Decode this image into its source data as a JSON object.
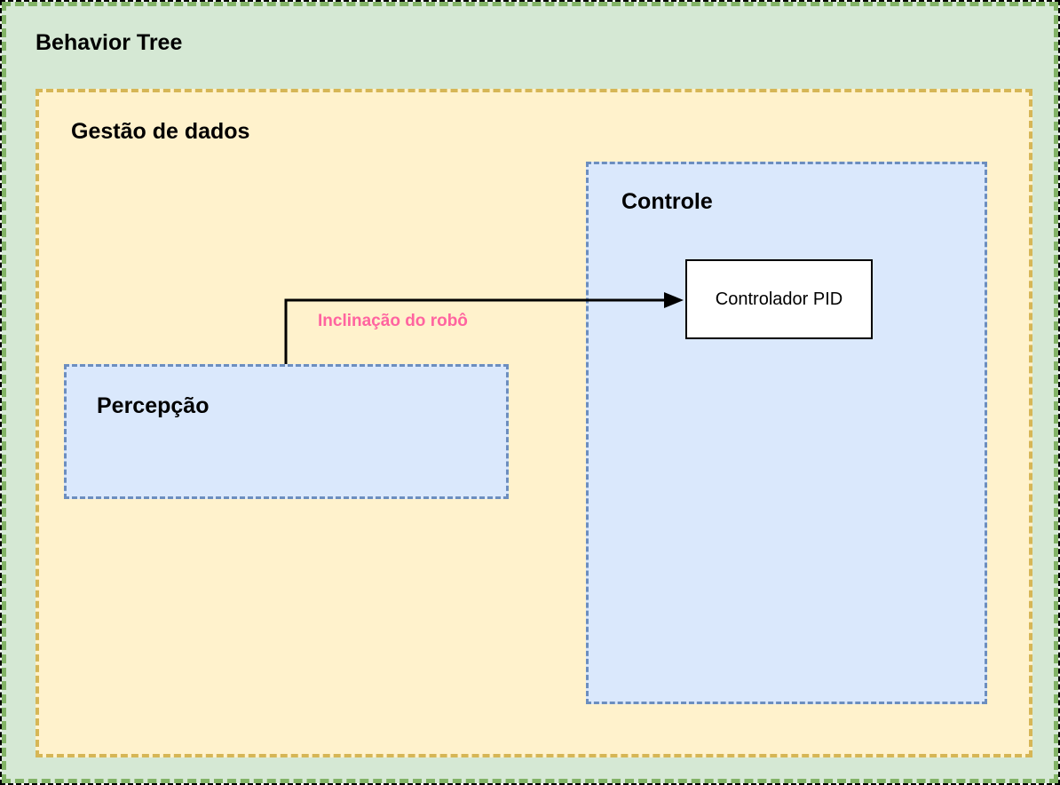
{
  "diagram": {
    "behavior_tree": {
      "title": "Behavior Tree"
    },
    "gestao_de_dados": {
      "title": "Gestão de dados"
    },
    "controle": {
      "title": "Controle"
    },
    "percepcao": {
      "title": "Percepção"
    },
    "controlador_pid": {
      "label": "Controlador PID"
    },
    "edge": {
      "label": "Inclinação do robô"
    }
  },
  "colors": {
    "frame-border": "#000000",
    "green-fill": "#d5e8d4",
    "green-border": "#82b366",
    "yellow-fill": "#fff2cc",
    "yellow-border": "#d6b656",
    "blue-fill": "#dae8fc",
    "blue-border": "#6c8ebf",
    "node-fill": "#ffffff",
    "node-border": "#000000",
    "arrow": "#000000",
    "pink-label": "#ff64a0",
    "text": "#000000"
  }
}
